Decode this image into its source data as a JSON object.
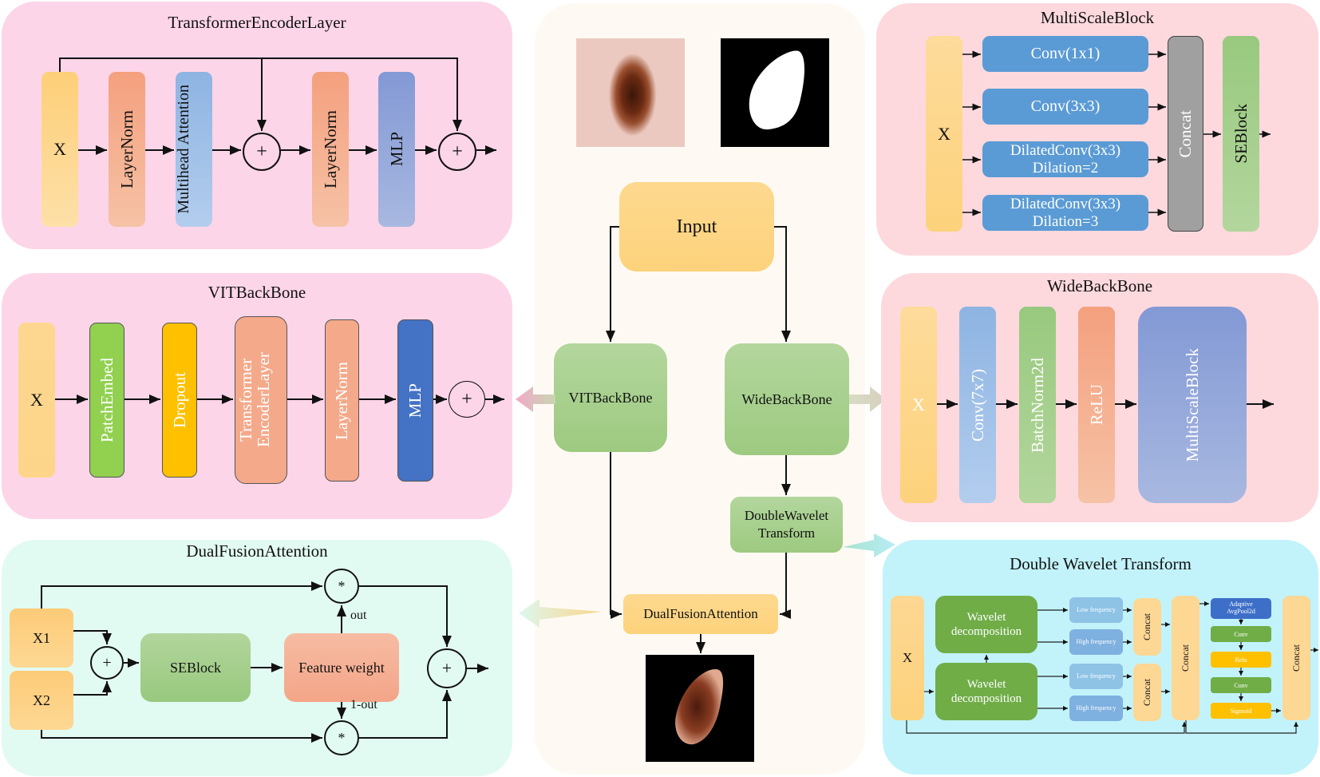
{
  "panels": {
    "transformer_encoder": {
      "title": "TransformerEncoderLayer",
      "blocks": [
        "X",
        "LayerNorm",
        "Multihead Attention",
        "LayerNorm",
        "MLP"
      ],
      "ops": [
        "+",
        "+"
      ]
    },
    "vit_backbone": {
      "title": "VITBackBone",
      "blocks": [
        "X",
        "PatchEmbed",
        "Dropout",
        "Transformer EncoderLayer",
        "LayerNorm",
        "MLP"
      ],
      "ops": [
        "+"
      ]
    },
    "dual_fusion": {
      "title": "DualFusionAttention",
      "inputs": [
        "X1",
        "X2"
      ],
      "se_block": "SEBlock",
      "feature_weight": "Feature weight",
      "out_label": "out",
      "one_minus_out_label": "1-out",
      "ops": [
        "+",
        "*",
        "*",
        "+"
      ]
    },
    "center": {
      "input": "Input",
      "vit": "VITBackBone",
      "wide": "WideBackBone",
      "dwt": "DoubleWavelet Transform",
      "dfa": "DualFusionAttention",
      "images": [
        "dermoscopy-image",
        "ground-truth-mask",
        "segmented-output"
      ]
    },
    "multiscale": {
      "title": "MultiScaleBlock",
      "x": "X",
      "branches": [
        "Conv(1x1)",
        "Conv(3x3)",
        "DilatedConv(3x3)\nDilation=2",
        "DilatedConv(3x3)\nDilation=3"
      ],
      "concat": "Concat",
      "se": "SEBlock"
    },
    "wide_backbone": {
      "title": "WideBackBone",
      "blocks": [
        "X",
        "Conv(7x7)",
        "BatchNorm2d",
        "ReLU",
        "MultiScaleBlock"
      ]
    },
    "double_wavelet": {
      "title": "Double Wavelet Transform",
      "x": "X",
      "decomp": [
        "Wavelet decomposition",
        "Wavelet decomposition"
      ],
      "freq": [
        "Low frequency",
        "High frequency",
        "Low frequency",
        "High frequency"
      ],
      "concat_small": [
        "Concat",
        "Concat"
      ],
      "concat_mid": "Concat",
      "attn": [
        "Adaptive AvgPool2d",
        "Conv",
        "Relu",
        "Conv",
        "Sigmoid"
      ],
      "concat_out": "Concat"
    }
  },
  "colors": {
    "pink_panel": "#fdd5e8",
    "rose_panel": "#fdd9de",
    "mint_panel": "#e2fbf2",
    "cyan_panel": "#c2f3fb",
    "center_panel": "#fefaf3",
    "yellow": "#fdd488",
    "orange": "#f4a98a",
    "blue_light": "#93b8e3",
    "blue_mid": "#5a9ad6",
    "blue_dark": "#4472c4",
    "green": "#a7d08e",
    "green_bright": "#92d050",
    "green_dark": "#70ad47",
    "gold": "#ffc000",
    "gray": "#9e9e9e",
    "purple_blue": "#8fa3d8"
  }
}
